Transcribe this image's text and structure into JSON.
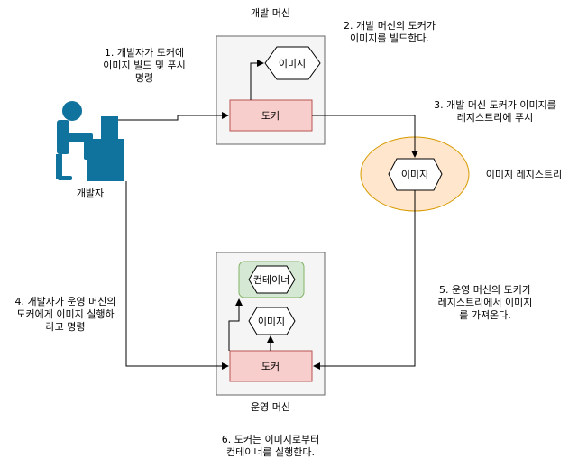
{
  "dev_machine": {
    "title": "개발 머신",
    "docker": "도커",
    "image": "이미지"
  },
  "prod_machine": {
    "title": "운영 머신",
    "docker": "도커",
    "image": "이미지",
    "container": "컨테이너"
  },
  "registry": {
    "label": "이미지 레지스트리",
    "image": "이미지"
  },
  "developer": {
    "label": "개발자"
  },
  "steps": {
    "s1": "1. 개발자가 도커에\n이미지 빌드 및 푸시\n명령",
    "s2": "2. 개발 머신의 도커가\n이미지를 빌드한다.",
    "s3": "3. 개발 머신 도커가 이미지를\n레지스트리에 푸시",
    "s4": "4. 개발자가 운영 머신의\n도커에게 이미지 실행하\n라고 명령",
    "s5": "5. 운영 머신의 도커가\n레지스트리에서 이미지\n를 가져온다.",
    "s6": "6. 도커는 이미지로부터\n컨테이너를 실행한다."
  },
  "colors": {
    "machine_fill": "#f5f5f5",
    "machine_stroke": "#666666",
    "docker_fill": "#f8cecc",
    "docker_stroke": "#b85450",
    "container_fill": "#d5e8d4",
    "container_stroke": "#82b366",
    "registry_fill": "#ffe6cc",
    "registry_stroke": "#d79b00",
    "developer_icon": "#10739e"
  }
}
